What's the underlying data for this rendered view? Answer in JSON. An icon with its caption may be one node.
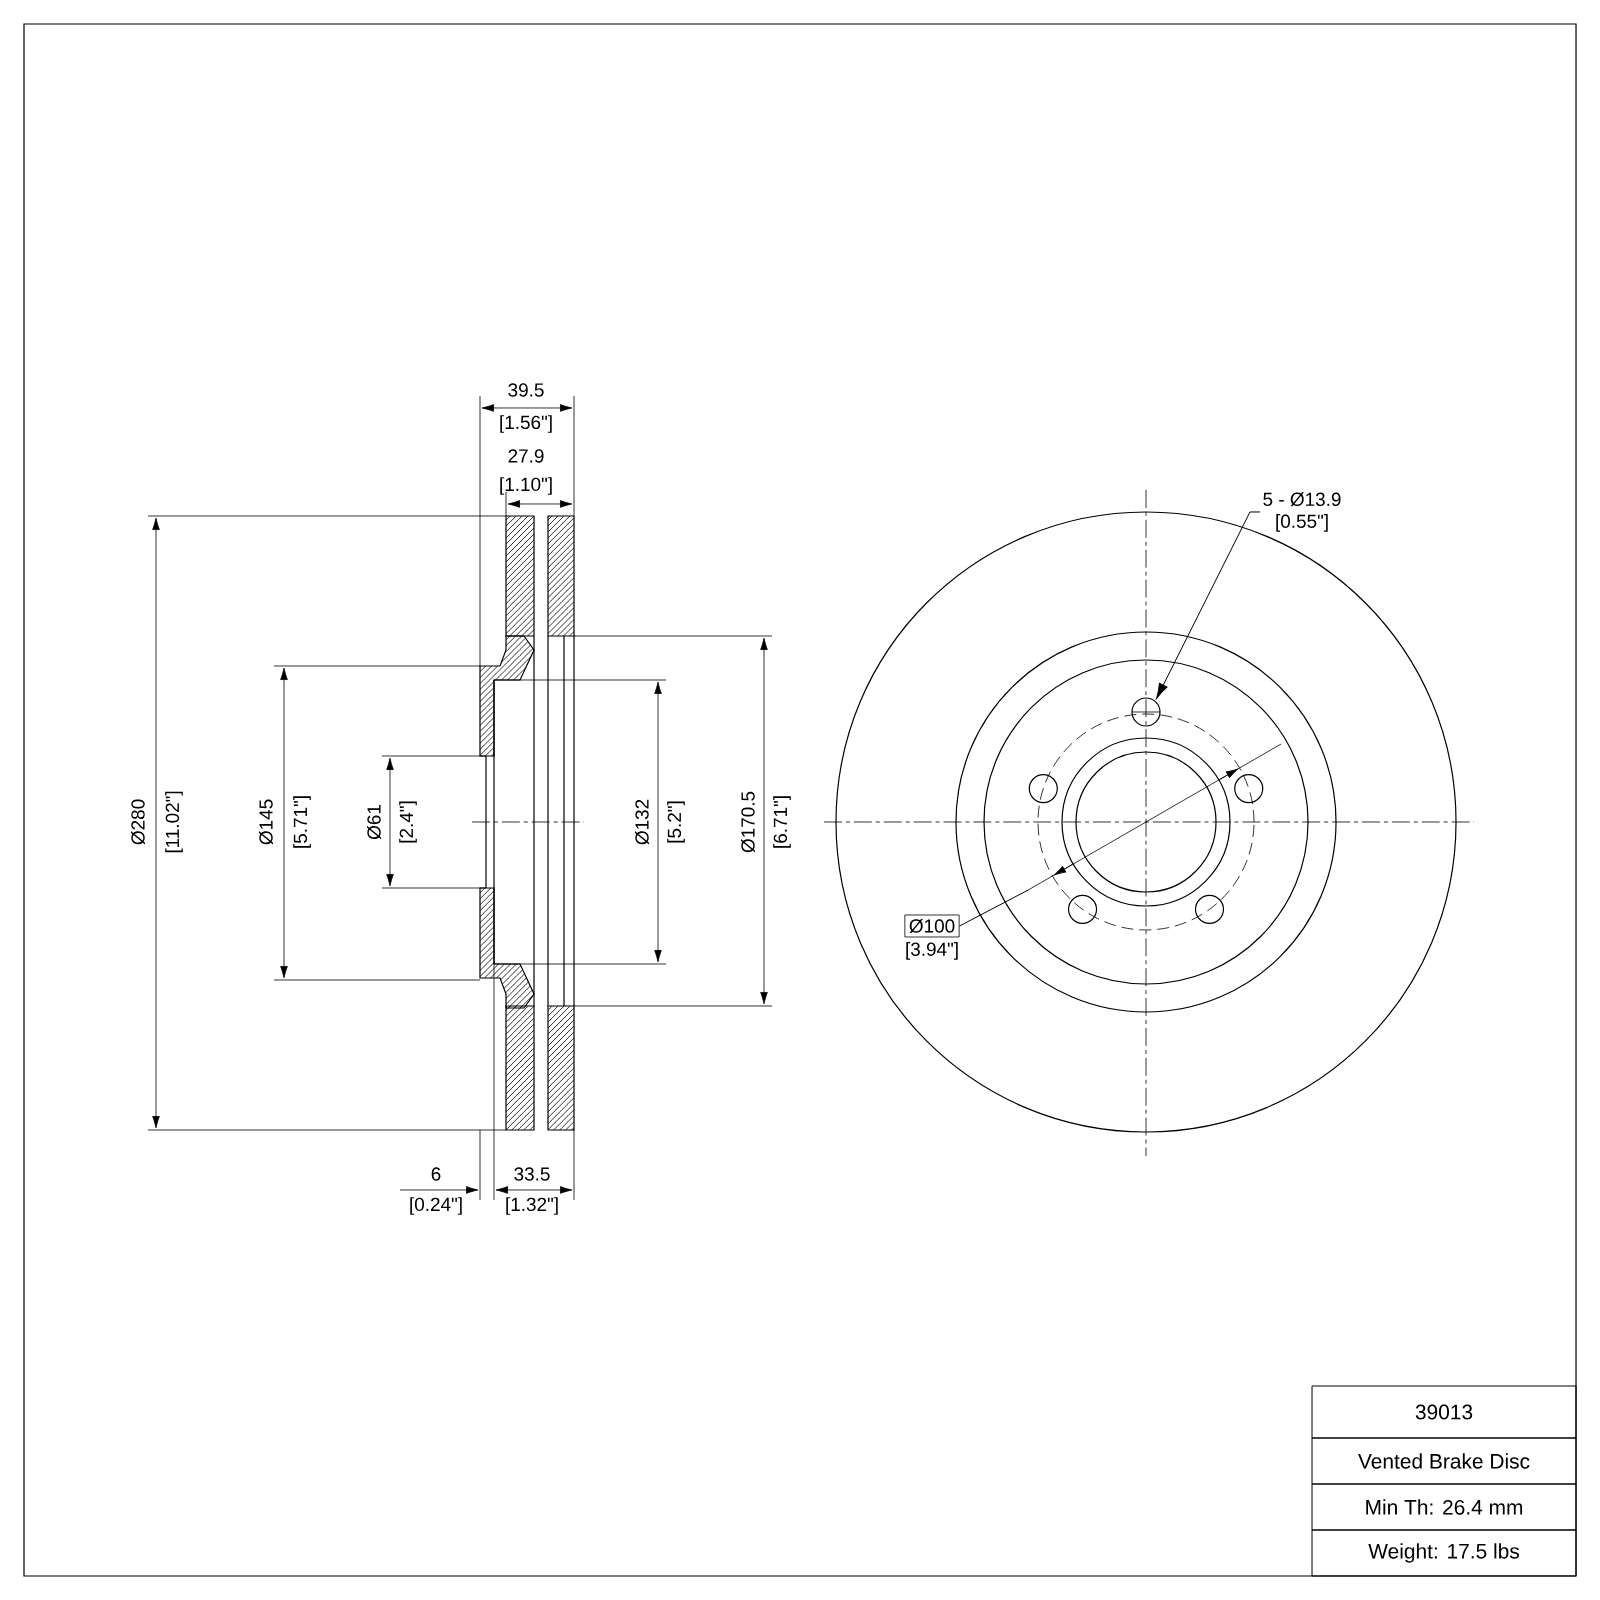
{
  "diagram": {
    "nodes": [
      {
        "text": [
          "5 - Ø13.9",
          "[0.55\"]"
        ]
      },
      {
        "text": [],
        "shape": "circle"
      },
      {
        "text": [
          "Ø100"
        ],
        "beside": [
          "[3.94\"]"
        ]
      }
    ],
    "edges": [
      {
        "from": 0,
        "to": 1,
        "arrow": "to"
      },
      {
        "from": 2,
        "to": null,
        "arrow": "none"
      }
    ],
    "labels": [
      "39.5",
      "[1.56\"]",
      "27.9",
      "[1.10\"]",
      "Ø280",
      "[11.02\"]",
      "Ø145",
      "[5.71\"]",
      "Ø61",
      "[2.4\"]",
      "Ø132",
      "[5.2\"]",
      "Ø170.5",
      "[6.71\"]",
      "6",
      "[0.24\"]",
      "33.5",
      "[1.32\"]",
      "39013",
      "Vented Brake Disc",
      "Min Th: 26.4 mm",
      "Weight: 17.5 lbs"
    ]
  }
}
